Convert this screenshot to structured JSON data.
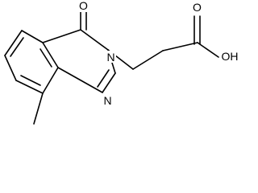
{
  "molecule": {
    "atoms": {
      "carbonyl_oxygen": "O",
      "ring_n3": "N",
      "ring_n1": "N",
      "hydroxyl": "OH",
      "acid_oxygen": "O"
    }
  },
  "colors": {
    "bond": "#000000",
    "label": "#000000",
    "background": "#ffffff"
  }
}
